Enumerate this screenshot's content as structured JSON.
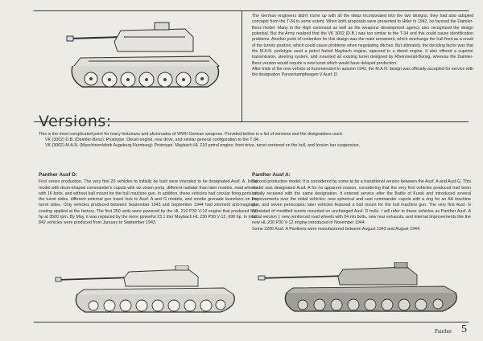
{
  "intro_text": "The German engineers didn't come up with all the ideas incorporated into the two designs, they had also adopted concepts from the T-34 to some extent. When both proposals were presented to Hitler in 1942, he favored the Daimler-Benz model. Many in the High command as well as the weapons development agency also recognized the design potential. But the Army realized that the VK 3002 (D.B.) was too similar to the T-34 and this could cause identification problems. Another point of contention for this design was the main armament, which overhangs the hull front as a result of the turrets position, which could cause problems when negotiating ditches. But ultimately, the deciding factor was that the M.A.N. prototype used a petrol fueled Maybach engine, opposed to a diesel engine. It also offered a superior transmission, steering system, and mounted an existing turret designed by Rheinmetall-Borsig, whereas the Daimler-Benz version would require a new turret which would have delayed production.",
  "intro_text_2": "After trials of the new vehicle at Kummersdorf in autumn 1942, the M.A.N. design was officially accepted for service with the designation Panzerkampfwagen V Ausf. D.",
  "versions": {
    "title": "Versions:",
    "intro": "This is the most complicated point for many historians and aficionados of WWII German weapons. Provided bellow is a list of versions and the designations used.",
    "item1": "VK (3002) D.B. (Daimler-Benz): Prototype: Diesel engine, rear drive, and similar general configuration to the T-34.",
    "item2": "VK (3002) M.A.N. (Maschinenfabrik Augsburg-Nurnburg): Prototype. Maybach HL 210 petrol engine, front drive, turret centered on the hull, and torsion bar suspension."
  },
  "left_col": {
    "heading": "Panther Ausf D:",
    "body": "First series production. The very first 20 vehicles to initially be built were intended to be designated Ausf. A. Initial model with drum-shaped commander's cupola with six vision ports, different radiator than later models, road wheels with 16 bolts, and without ball mount for the hull machine gun. In addition, these vehicles had circular firing ports on the turret sides, different external gun travel lock to Ausf. A and G models, and smoke grenade launchers on the turret sides. Only vehicles produced between September 1943 and September 1944 had zimmerit anti-magnetic coating applied at the factory. The first 250 units were powered by the HL 210 P30 V-12 engine that produced 650 hp at 3500 rpm. By May, it was replaced by the more powerful 23.1 liter Maybach HL 230 P30 V-12, 690 hp. In total, 842 vehicles were produced from January to September 1943."
  },
  "right_col": {
    "heading": "Panther Ausf A:",
    "body": "Second production model; It is considered by some to be a transitional version between the Ausf. A and Ausf.G. This model was designated Ausf. A for no apparent reason, considering that the very first vehicles produced had been initially received with the same designation. It entered service after the Battle of Kursk and introduced several improvements over the initial vehicles: new spherical and cast commander cupola with a ring for an AA machine gun, and seven periscopes; later vehicles featured a ball mount for the hull machine gun. The very first Ausf. G consisted of modified turrets mounted on unchanged Ausf. D hulls. I will refer to these vehicles as Panther Ausf. A initial version ); new reinforced road wheels with 24 rim bolts, new rear exhausts, and internal improvements like the new HL 230 P30 V-12 engine introduced in November 1944.",
    "body_2": "Some 2200 Ausf. A Panthers were manufactured between August 1943 and August 1944."
  },
  "footer": {
    "label": "Panther",
    "page_number": "5"
  },
  "colors": {
    "paper": "#ecebe6",
    "ink": "#2b2b2b",
    "rule": "#3a3a3a"
  }
}
